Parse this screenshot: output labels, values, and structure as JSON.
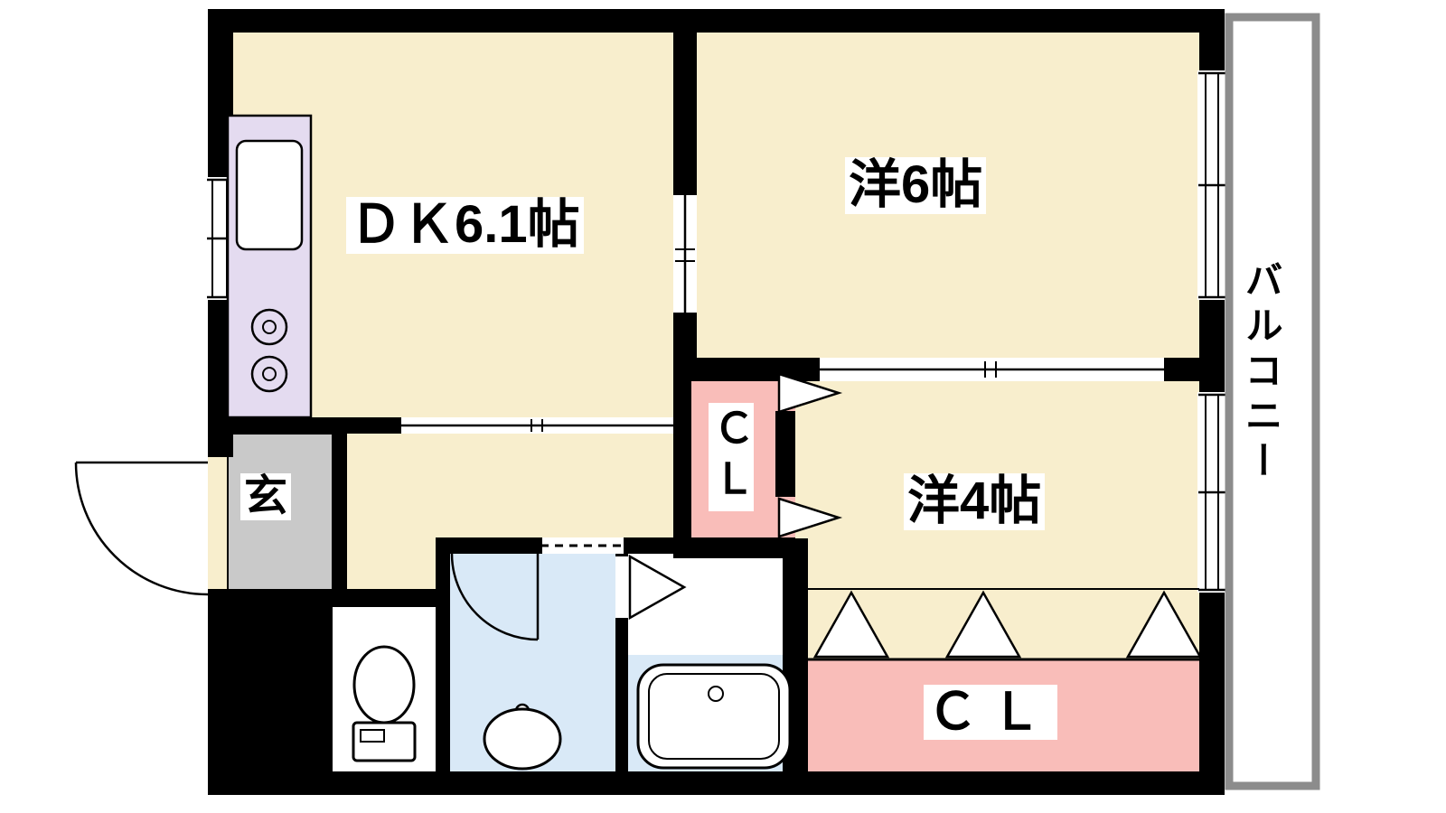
{
  "floor_plan": {
    "labels": {
      "dk": "ＤＫ6.1帖",
      "western_room_6": "洋6帖",
      "western_room_4": "洋4帖",
      "closet_middle": "ＣＬ",
      "closet_bottom": "ＣＬ",
      "balcony": "バルコニー",
      "entrance": "玄"
    },
    "colors": {
      "room_cream": "#F8EECD",
      "closet_pink": "#F9BDB9",
      "kitchen_lavender": "#E4DBF0",
      "bath_blue": "#D9E9F7",
      "entrance_gray": "#C9C9C9",
      "wall_black": "#000000",
      "balcony_gray": "#8C8C8C",
      "fixture_white": "#FFFFFF"
    },
    "fixtures": [
      "kitchen-counter",
      "sink",
      "stove",
      "toilet",
      "washbasin",
      "bathtub"
    ]
  }
}
